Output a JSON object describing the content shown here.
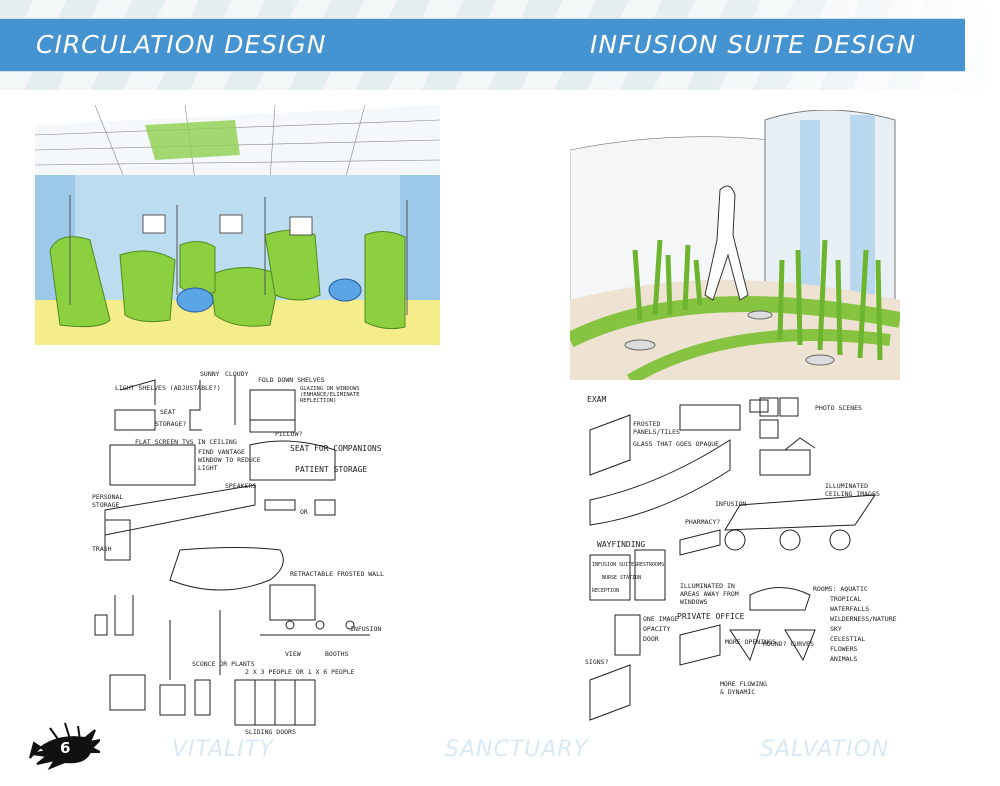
{
  "header": {
    "left_title": "CIRCULATION DESIGN",
    "right_title": "INFUSION SUITE DESIGN",
    "banner_color": "#4593d0"
  },
  "left_page": {
    "sketch_notes": [
      "LIGHT SHELVES (ADJUSTABLE?)",
      "SEAT",
      "STORAGE?",
      "SUNNY",
      "CLOUDY",
      "FOLD DOWN SHELVES",
      "GLAZING ON WINDOWS (ENHANCE/ELIMINATE REFLECTION)",
      "FLAT SCREEN TVs IN CEILING",
      "FIND VANTAGE WINDOW TO REDUCE LIGHT",
      "PILLOW?",
      "SEAT FOR COMPANIONS",
      "PATIENT STORAGE",
      "SPEAKERS",
      "PERSONAL STORAGE",
      "TRASH",
      "OR",
      "RETRACTABLE FROSTED WALL",
      "INFUSION",
      "SCONCE OR PLANTS",
      "VIEW",
      "BOOTHS",
      "2 x 3 PEOPLE OR 1 x 6 PEOPLE",
      "SLIDING DOORS"
    ]
  },
  "right_page": {
    "sketch_notes": [
      "EXAM",
      "FROSTED PANELS/TILES",
      "GLASS THAT GOES OPAQUE",
      "PHOTO SCENES",
      "ILLUMINATED CEILING IMAGES",
      "INFUSION",
      "PHARMACY?",
      "WAYFINDING",
      "INFUSION SUITES",
      "NURSE STATION",
      "RECEPTION",
      "RESTROOMS",
      "ILLUMINATED IN AREAS AWAY FROM WINDOWS",
      "ONE IMAGE",
      "OPACITY",
      "DOOR",
      "PRIVATE OFFICE",
      "SIGNS?",
      "MORE OPENINGS",
      "ROUND? CURVES",
      "MORE FLOWING & DYNAMIC",
      "ROOMS: AQUATIC",
      "TROPICAL",
      "WATERFALLS",
      "WILDERNESS/NATURE",
      "SKY",
      "CELESTIAL",
      "FLOWERS",
      "ANIMALS"
    ]
  },
  "footer": {
    "page_number": "6",
    "words": [
      "VITALITY",
      "SANCTUARY",
      "SALVATION"
    ]
  }
}
